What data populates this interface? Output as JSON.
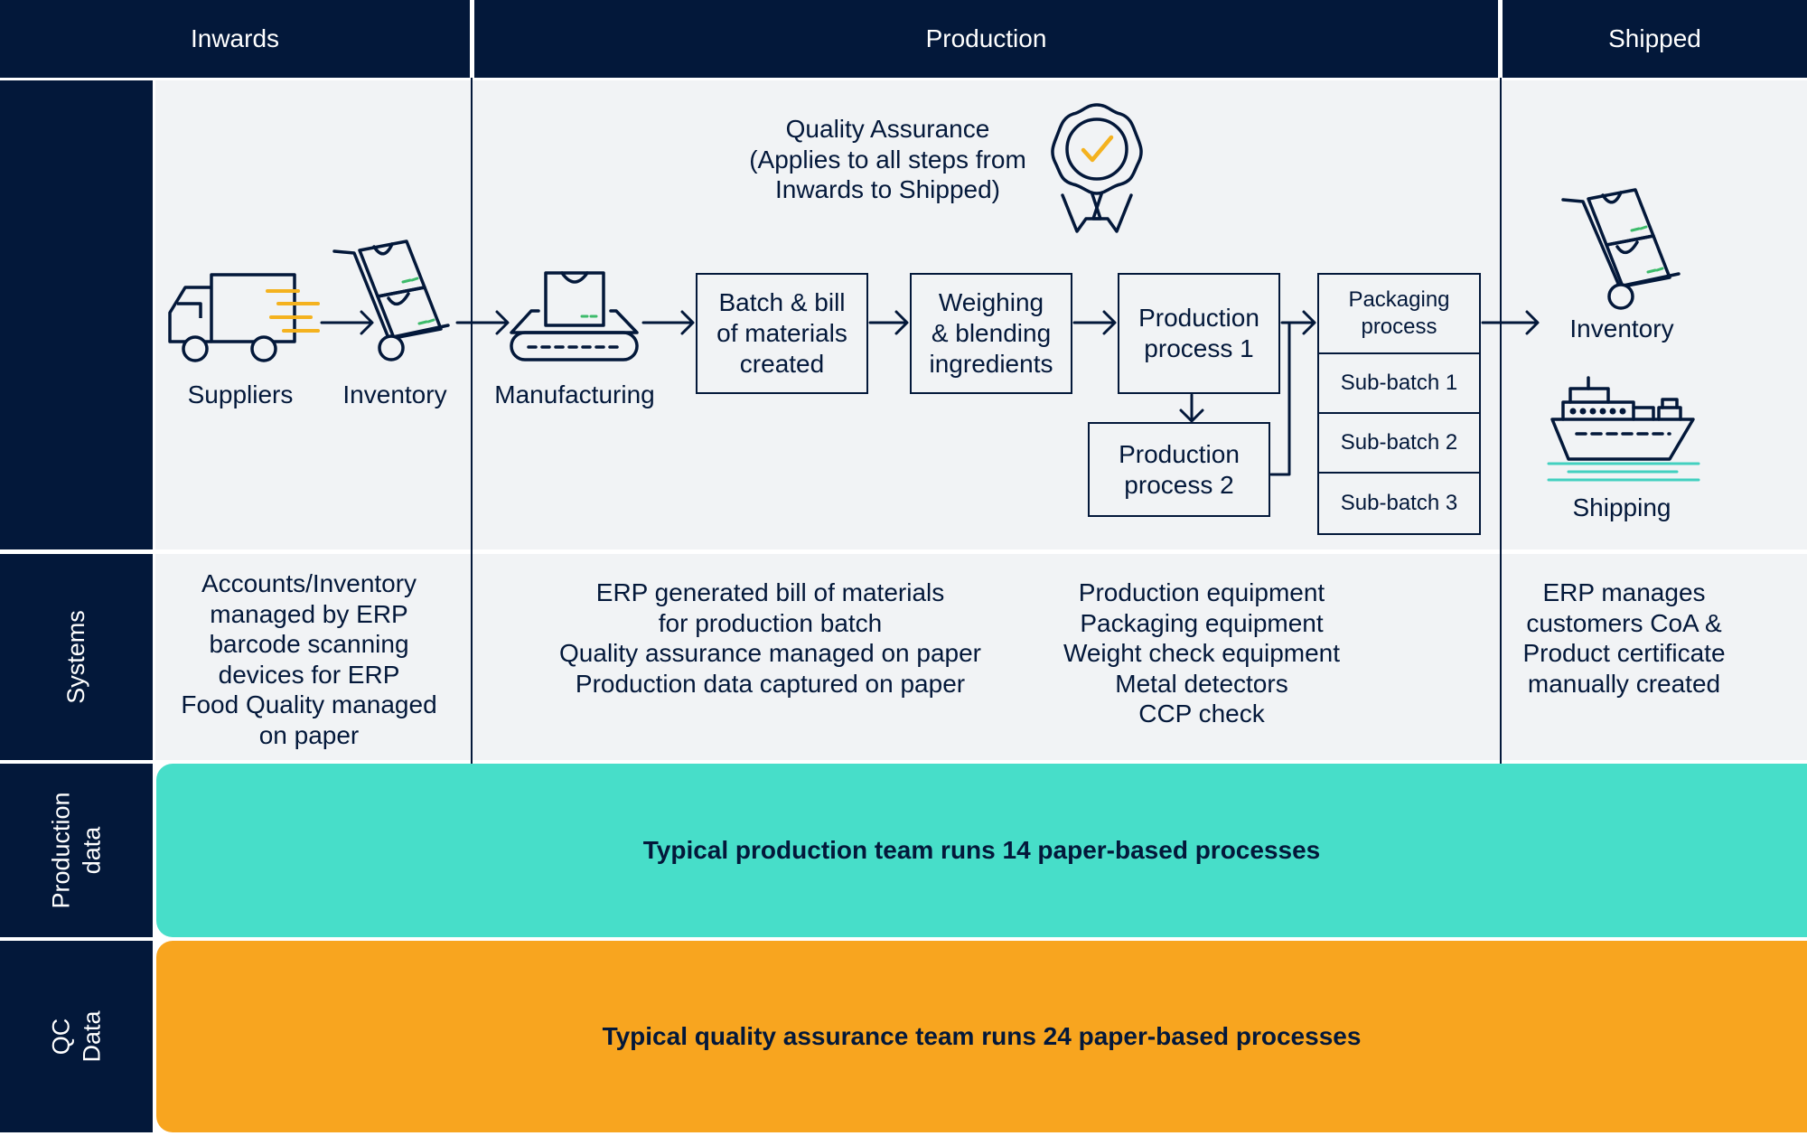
{
  "columns": {
    "inwards": "Inwards",
    "production": "Production",
    "shipped": "Shipped"
  },
  "rows": {
    "systems": "Systems",
    "production_data": "Production\ndata",
    "qc_data": "QC Data"
  },
  "flow": {
    "quality_assurance": "Quality Assurance\n(Applies to all steps from\nInwards to Shipped)",
    "suppliers": "Suppliers",
    "inventory": "Inventory",
    "manufacturing": "Manufacturing",
    "batch_bill": "Batch & bill\nof materials\ncreated",
    "weighing": "Weighing\n& blending\ningredients",
    "production_process_1": "Production\nprocess 1",
    "production_process_2": "Production\nprocess 2",
    "packaging_process": "Packaging\nprocess",
    "sub_batches": [
      "Sub-batch 1",
      "Sub-batch 2",
      "Sub-batch 3"
    ],
    "shipped_inventory": "Inventory",
    "shipping": "Shipping"
  },
  "systems": {
    "inwards": "Accounts/Inventory\nmanaged by ERP\nbarcode scanning\ndevices for ERP\nFood Quality managed\non paper",
    "production_left": "ERP generated bill of materials\nfor production batch\nQuality assurance managed on paper\nProduction data captured on paper",
    "production_right": "Production equipment\nPackaging equipment\nWeight check equipment\nMetal detectors\nCCP check",
    "shipped": "ERP manages\ncustomers CoA &\nProduct certificate\nmanually created"
  },
  "bands": {
    "production_data": "Typical production team runs 14 paper-based processes",
    "qc_data": "Typical quality assurance team runs 24 paper-based processes"
  },
  "colors": {
    "navy": "#03183a",
    "teal": "#47dec9",
    "orange": "#f8a51f",
    "panel": "#f1f3f5",
    "accent_green": "#3dbb6b",
    "accent_yellow": "#f4b21f",
    "water": "#43d0c0"
  },
  "icons": [
    "delivery-truck-icon",
    "hand-truck-icon",
    "conveyor-belt-icon",
    "quality-rosette-icon",
    "ship-icon"
  ]
}
